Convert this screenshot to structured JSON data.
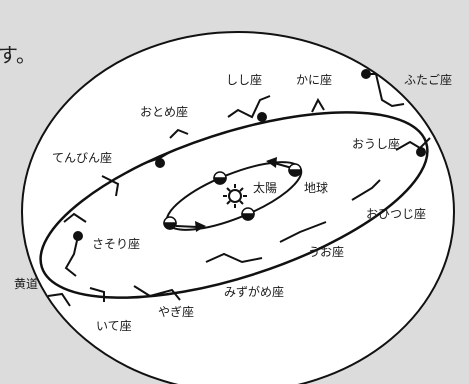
{
  "fragment_text": "す。",
  "ecliptic_label": "黄道",
  "center_labels": {
    "sun": "太陽",
    "earth": "地球"
  },
  "constellations": [
    {
      "key": "leo",
      "label": "しし座"
    },
    {
      "key": "cancer",
      "label": "かに座"
    },
    {
      "key": "gemini",
      "label": "ふたご座"
    },
    {
      "key": "virgo",
      "label": "おとめ座"
    },
    {
      "key": "taurus",
      "label": "おうし座"
    },
    {
      "key": "libra",
      "label": "てんびん座"
    },
    {
      "key": "aries",
      "label": "おひつじ座"
    },
    {
      "key": "scorpio",
      "label": "さそり座"
    },
    {
      "key": "pisces",
      "label": "うお座"
    },
    {
      "key": "aquarius",
      "label": "みずがめ座"
    },
    {
      "key": "capricorn",
      "label": "やぎ座"
    },
    {
      "key": "sagittarius",
      "label": "いて座"
    }
  ],
  "colors": {
    "background": "#dcdcdc",
    "sphere_fill": "#ffffff",
    "ink": "#111111"
  }
}
